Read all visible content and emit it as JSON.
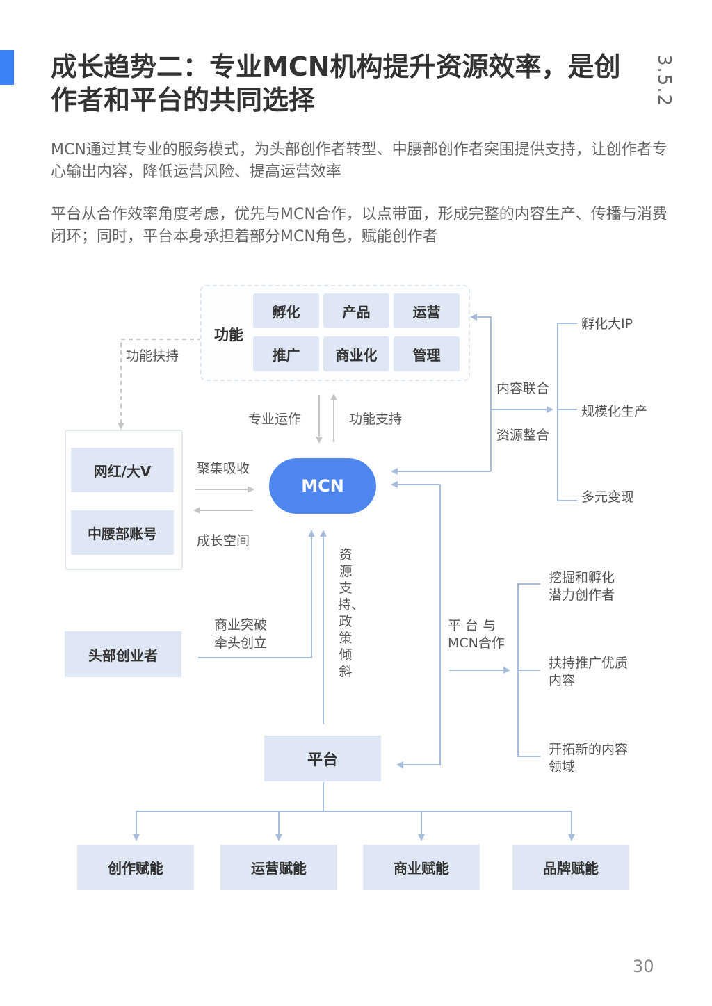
{
  "header": {
    "title": "成长趋势二：专业MCN机构提升资源效率，是创作者和平台的共同选择",
    "section": "3.5.2"
  },
  "paragraphs": [
    "MCN通过其专业的服务模式，为头部创作者转型、中腰部创作者突围提供支持，让创作者专心输出内容，降低运营风险、提高运营效率",
    "平台从合作效率角度考虑，优先与MCN合作，以点带面，形成完整的内容生产、传播与消费闭环；同时，平台本身承担着部分MCN角色，赋能创作者"
  ],
  "diagram": {
    "function_group": {
      "label": "功能",
      "items": [
        "孵化",
        "产品",
        "运营",
        "推广",
        "商业化",
        "管理"
      ]
    },
    "function_support_label": "功能扶持",
    "creators": [
      "网红/大V",
      "中腰部账号"
    ],
    "gather_label": "聚集吸收",
    "growth_label": "成长空间",
    "mcn": "MCN",
    "pro_operation_label": "专业运作",
    "func_support_label": "功能支持",
    "content_union_label": "内容联合",
    "resource_integration_label": "资源整合",
    "outcomes": [
      "孵化大IP",
      "规模化生产",
      "多元变现"
    ],
    "head_creator": "头部创业者",
    "business_breakthrough": [
      "商业突破",
      "牵头创立"
    ],
    "resource_support_vertical": "资源支持、政策倾斜",
    "platform": "平台",
    "platform_mcn_coop": [
      "平 台 与",
      "MCN合作"
    ],
    "coop_results": [
      [
        "挖掘和孵化",
        "潜力创作者"
      ],
      [
        "扶持推广优质",
        "内容"
      ],
      [
        "开拓新的内容",
        "领域"
      ]
    ],
    "empowerments": [
      "创作赋能",
      "运营赋能",
      "商业赋能",
      "品牌赋能"
    ]
  },
  "page_number": "30",
  "colors": {
    "accent": "#3b82f6",
    "mcn_fill": "#4f86ee",
    "box_fill": "#dee7f3",
    "connector": "#a8bddc",
    "dashed_connector": "#c9c9c9"
  }
}
